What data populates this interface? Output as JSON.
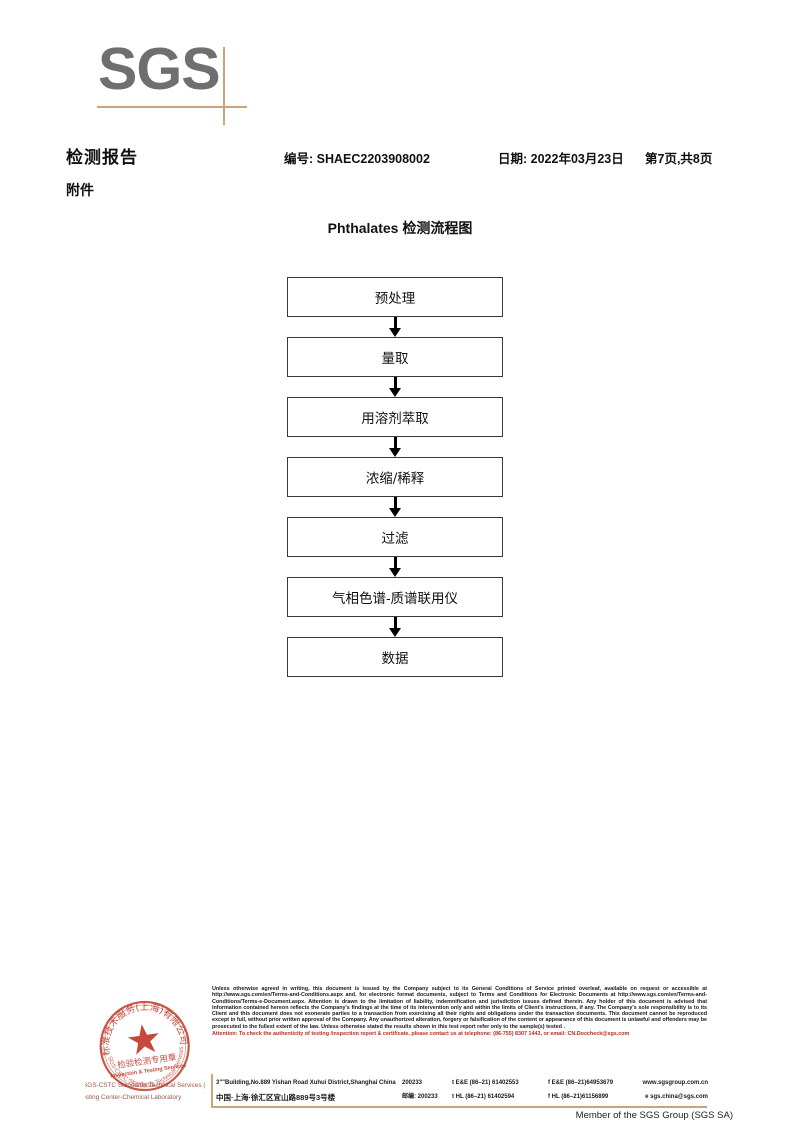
{
  "logo": {
    "text": "SGS",
    "color": "#6f6f6f",
    "rule_color": "#c7a57d"
  },
  "header": {
    "title": "检测报告",
    "subtitle": "附件",
    "report_no": "编号: SHAEC2203908002",
    "date": "日期: 2022年03月23日",
    "page": "第7页,共8页"
  },
  "flowchart": {
    "title": "Phthalates 检测流程图",
    "steps": [
      {
        "label": "预处理"
      },
      {
        "label": "量取"
      },
      {
        "label": "用溶剂萃取"
      },
      {
        "label": "浓缩/稀释"
      },
      {
        "label": "过滤"
      },
      {
        "label": "气相色谱-质谱联用仪"
      },
      {
        "label": "数据"
      }
    ]
  },
  "seal": {
    "ring_text_top": "标准技术服务(上海)有限公司",
    "center_cn": "检验检测专用章",
    "center_en": "Inspection & Testing Services",
    "ring_text_bottom": "SGS-CSTC",
    "line1": "SGS-CSTC Standards Technical Services (Shanghai) Co. Ltd.",
    "line2": "Testing Center-Chemical Laboratory",
    "color": "#c0392b"
  },
  "footer": {
    "disclaimer_p1": "Unless otherwise agreed in writing, this document is issued by the Company subject to its General Conditions of Service printed overleaf, available on request or accessible at http://www.sgs.com/en/Terms-and-Conditions.aspx and, for electronic format documents, subject to Terms and Conditions for Electronic Documents at http://www.sgs.com/en/Terms-and-Conditions/Terms-e-Document.aspx. Attention is drawn to the limitation of liability, indemnification and jurisdiction issues defined therein. Any holder of this document is advised that information contained hereon reflects the Company's findings at the time of its intervention only and within the limits of Client's instructions, if any. The Company's sole responsibility is to its Client and this document does not exonerate parties to a transaction from exercising all their rights and obligations under the transaction documents. This document cannot be reproduced except in full, without prior written approval of the Company. Any unauthorized alteration, forgery or falsification of the content or appearance of this document is unlawful and offenders may be prosecuted to the fullest extent of the law. Unless otherwise stated the results shown in this test report refer only to the sample(s) tested .",
    "attention": "Attention: To check the authenticity of testing /inspection report & certificate, please contact us at telephone: (86-755) 8307 1443, or email: CN.Doccheck@sgs.com",
    "address_en": "3\"\"Building,No.889 Yishan Road Xuhui District,Shanghai China",
    "address_cn": "中国·上海·徐汇区宜山路889号3号楼",
    "zip_en": "200233",
    "zip_cn": "邮编: 200233",
    "tel_row1_a": "t E&E (86–21) 61402553",
    "tel_row1_b": "f E&E (86–21)64953679",
    "tel_row2_a": "t HL (86–21) 61402594",
    "tel_row2_b": "f HL (86–21)61156899",
    "web": "www.sgsgroup.com.cn",
    "email": "e  sgs.china@sgs.com",
    "member": "Member of the SGS Group (SGS SA)"
  }
}
